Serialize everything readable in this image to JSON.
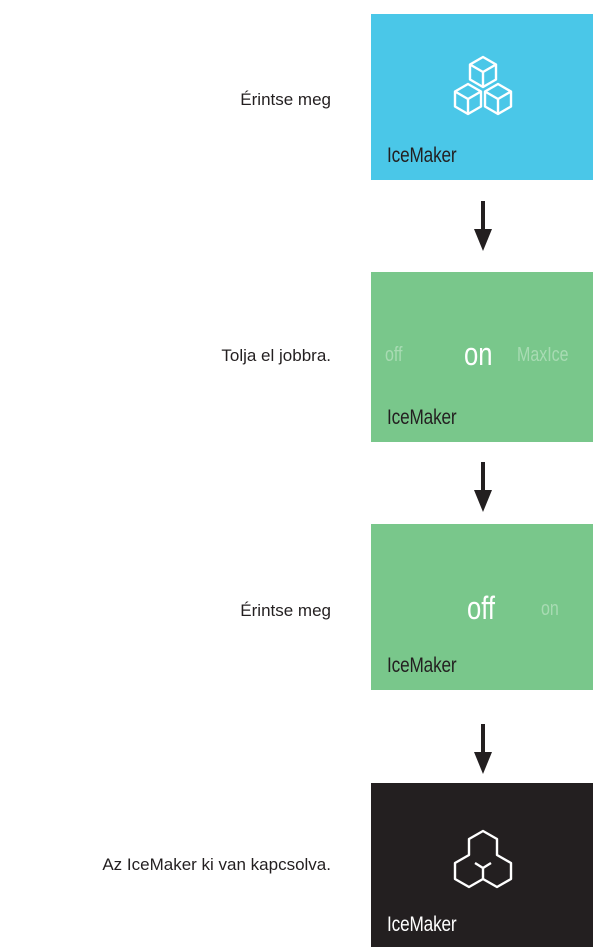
{
  "steps": [
    {
      "instruction": "Érintse meg",
      "tile_label": "IceMaker",
      "tile_color": "#4ac7e8",
      "icon": "ice-cubes-icon"
    },
    {
      "instruction": "Tolja el jobbra.",
      "tile_label": "IceMaker",
      "tile_color": "#79c78b",
      "options": [
        "off",
        "on",
        "MaxIce"
      ],
      "selected": "on"
    },
    {
      "instruction": "Érintse meg",
      "tile_label": "IceMaker",
      "tile_color": "#79c78b",
      "options": [
        "off",
        "on"
      ],
      "selected": "off"
    },
    {
      "instruction": "Az IceMaker ki van kapcsolva.",
      "tile_label": "IceMaker",
      "tile_color": "#231f20",
      "icon": "ice-cubes-outline-icon"
    }
  ]
}
